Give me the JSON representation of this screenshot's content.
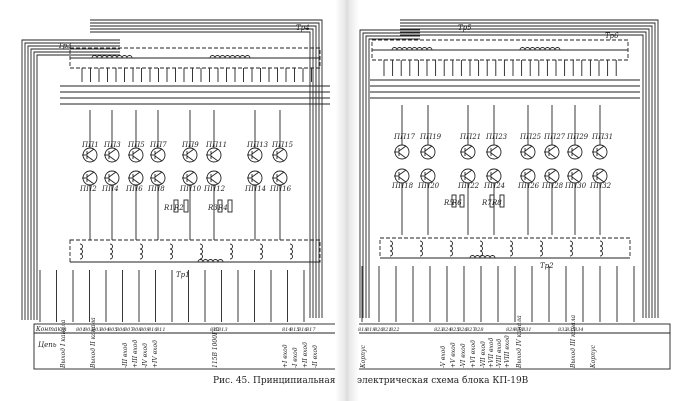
{
  "transformers": {
    "tr1": "Тр1",
    "tr2": "Тр2",
    "tr3": "Тр3",
    "tr4": "Тр4",
    "tr5": "Тр5",
    "tr6": "Тр6"
  },
  "left_panel": {
    "transistors_top": [
      "ПП1",
      "ПП3",
      "ПП5",
      "ПП7",
      "ПП9",
      "ПП11",
      "ПП13",
      "ПП15"
    ],
    "transistors_bottom": [
      "ПП2",
      "ПП4",
      "ПП6",
      "ПП8",
      "ПП10",
      "ПП12",
      "ПП14",
      "ПП16"
    ],
    "resistors": [
      "R1",
      "R2",
      "R3",
      "R4"
    ],
    "connector_header": "Контакт",
    "connector_pins": [
      "801",
      "802",
      "803",
      "804",
      "805",
      "806",
      "807",
      "808",
      "809",
      "810",
      "811",
      "812",
      "813",
      "814",
      "815",
      "816",
      "817"
    ],
    "bottom_labels": [
      "Цепь",
      "Выход I канала",
      "Выход II канала",
      "-III вход",
      "+III вход",
      "-IV вход",
      "+IV вход",
      "115В 1000Гц",
      "+I вход",
      "-I вход",
      "+II вход",
      "-II вход"
    ]
  },
  "right_panel": {
    "transistors_top": [
      "ПП17",
      "ПП19",
      "ПП21",
      "ПП23",
      "ПП25",
      "ПП27",
      "ПП29",
      "ПП31"
    ],
    "transistors_bottom": [
      "ПП18",
      "ПП20",
      "ПП22",
      "ПП24",
      "ПП26",
      "ПП28",
      "ПП30",
      "ПП32"
    ],
    "resistors": [
      "R5",
      "R6",
      "R7",
      "R8"
    ],
    "connector_pins": [
      "818",
      "819",
      "820",
      "821",
      "822",
      "823",
      "824",
      "825",
      "826",
      "827",
      "828",
      "829",
      "830",
      "831",
      "832",
      "833",
      "834"
    ],
    "bottom_labels": [
      "Корпус",
      "-V вход",
      "+V вход",
      "-VI вход",
      "+VI вход",
      "-VII вход",
      "+VII вход",
      "-VIII вход",
      "+VIII вход",
      "Выход IV канала",
      "Выход III канала",
      "Корпус"
    ]
  },
  "caption": {
    "left": "Рис. 45. Принципиальная",
    "right": "электрическая схема блока КП-19В"
  }
}
